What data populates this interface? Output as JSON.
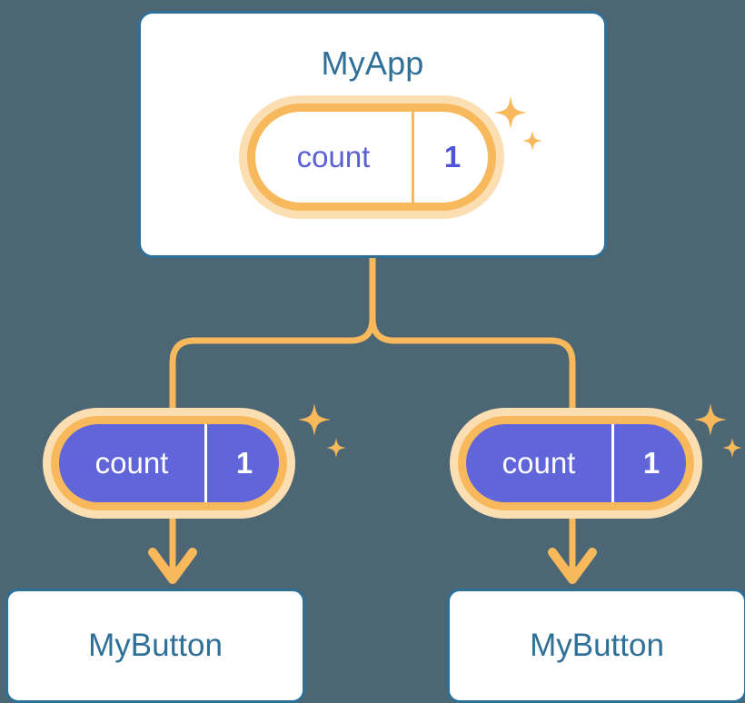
{
  "background_color": "#4d6673",
  "palette": {
    "card_border": "#2e7098",
    "card_fill": "#ffffff",
    "title_text": "#2e7098",
    "pill_ring": "#f8b85c",
    "pill_halo": "#fbdfb3",
    "pill_fill_purple": "#6165da",
    "pill_text_purple": "#5b5fd6",
    "connector": "#f8b85c",
    "sparkle": "#f8b85c"
  },
  "diagram": {
    "type": "component-state-tree",
    "root": {
      "name": "root-card",
      "title": "MyApp",
      "state_pill": {
        "key": "count",
        "value": "1",
        "style": "outline"
      }
    },
    "children": [
      {
        "name": "left-branch",
        "state_pill": {
          "key": "count",
          "value": "1",
          "style": "filled"
        },
        "card": {
          "title": "MyButton"
        }
      },
      {
        "name": "right-branch",
        "state_pill": {
          "key": "count",
          "value": "1",
          "style": "filled"
        },
        "card": {
          "title": "MyButton"
        }
      }
    ],
    "sparkle_icon_name": "sparkle-icon",
    "arrow_icon_name": "arrow-down-icon"
  }
}
